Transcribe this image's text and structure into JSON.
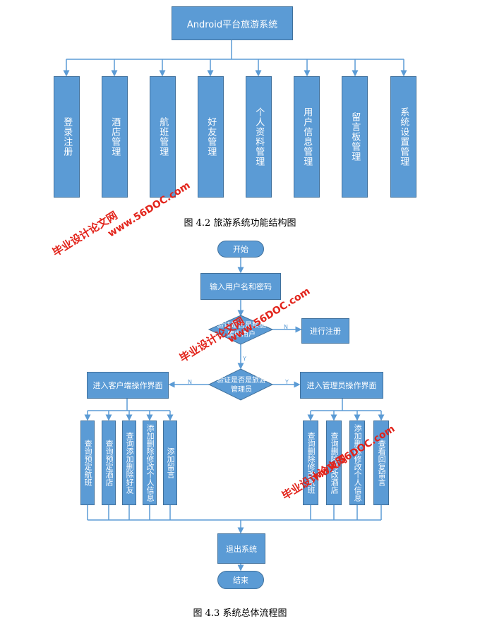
{
  "figure1": {
    "root": "Android平台旅游系统",
    "modules": [
      "登录注册",
      "酒店管理",
      "航班管理",
      "好友管理",
      "个人资料管理",
      "用户信息管理",
      "留言板管理",
      "系统设置管理"
    ],
    "caption": "图 4.2  旅游系统功能结构图"
  },
  "figure2": {
    "start": "开始",
    "input": "输入用户名和密码",
    "decision1": "验证是否是数据库中用户",
    "register": "进行注册",
    "decision2": "验证是否是旅游管理员",
    "client_ui": "进入客户端操作界面",
    "admin_ui": "进入管理员操作界面",
    "client_items": [
      "查询预定航班",
      "查询预定酒店",
      "查询添加删除好友",
      "添加删除修改个人信息",
      "添加留言"
    ],
    "admin_items": [
      "查询删除修改航班",
      "查询删除修改酒店",
      "添加删除修改个人信息",
      "查看回复留言"
    ],
    "exit": "退出系统",
    "end": "结束",
    "yes": "Y",
    "no": "N",
    "caption": "图 4.3  系统总体流程图"
  },
  "watermark": {
    "cn": "毕业设计论文网",
    "url": "www.56DOC.com"
  },
  "colors": {
    "box_fill": "#5b9bd5",
    "box_border": "#41719c",
    "watermark": "#e2231a"
  }
}
